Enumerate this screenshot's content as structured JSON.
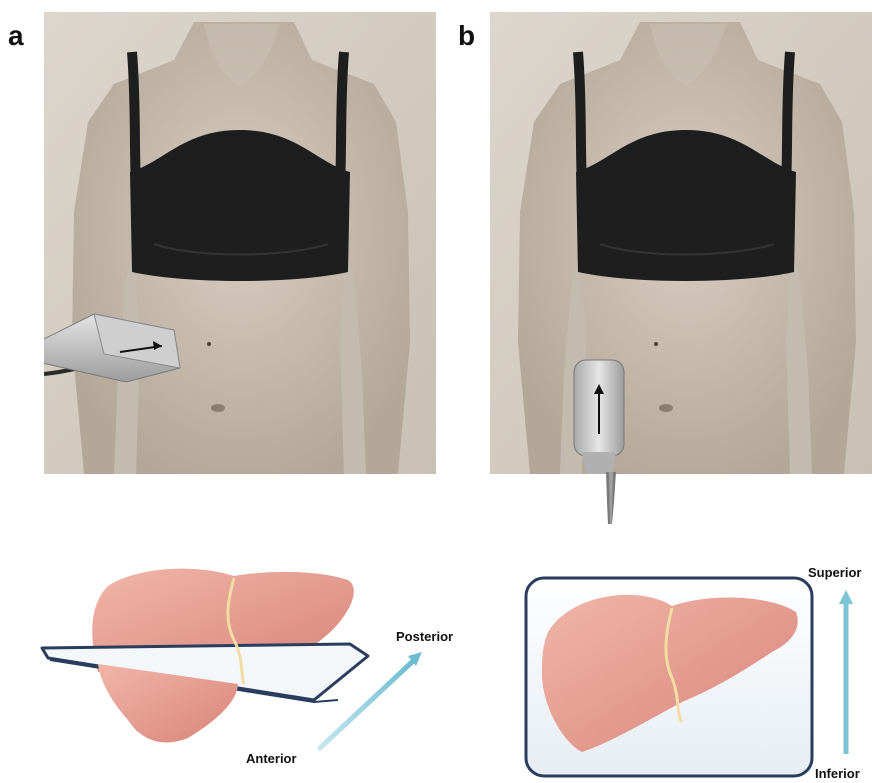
{
  "panels": [
    {
      "letter": "a"
    },
    {
      "letter": "b"
    }
  ],
  "labels": {
    "posterior": "Posterior",
    "anterior": "Anterior",
    "superior": "Superior",
    "inferior": "Inferior"
  },
  "colors": {
    "background": "#ffffff",
    "photo_backdrop": "#d6cec4",
    "skin": "#cfc4b8",
    "garment": "#1e1e1e",
    "probe": "#bdbdbd",
    "liver": "#e59d8f",
    "arrow": "#7cc3d6",
    "plane_edge": "#2a3d5c"
  }
}
